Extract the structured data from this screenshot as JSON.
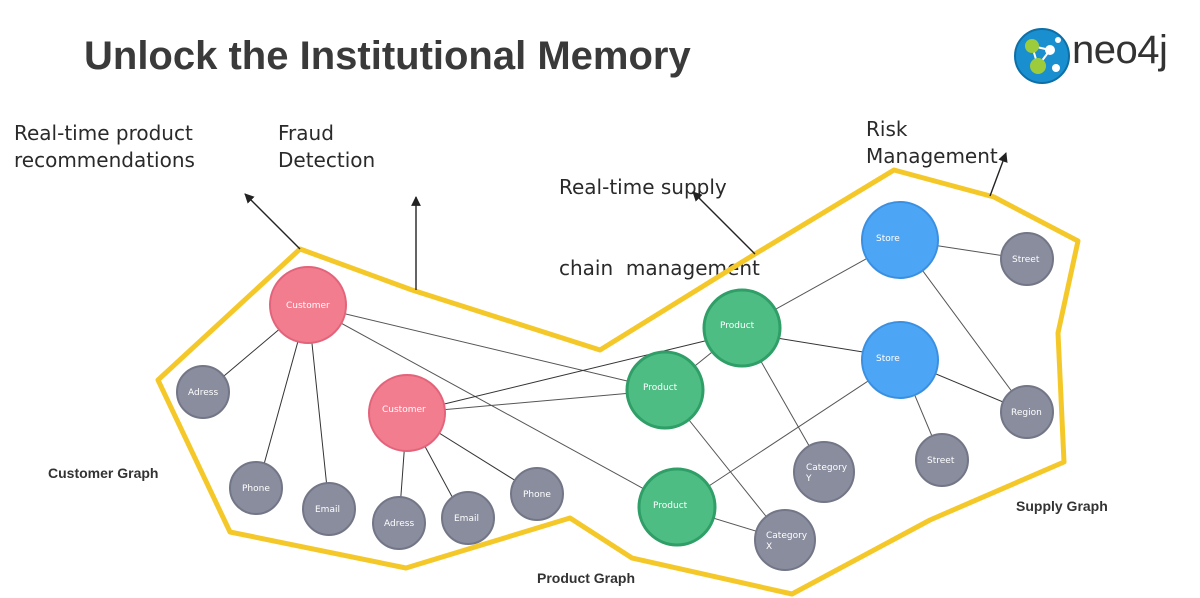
{
  "title": "Unlock the Institutional Memory",
  "logo": {
    "text": "neo4j"
  },
  "use_cases": {
    "recommendations": [
      "Real-time product",
      "recommendations"
    ],
    "fraud": [
      "Fraud",
      "Detection"
    ],
    "supply_chain": [
      "Real-time supply",
      "chain  management"
    ],
    "risk": [
      "Risk",
      "Management"
    ]
  },
  "graph_labels": {
    "customer": "Customer Graph",
    "product": "Product Graph",
    "supply": "Supply Graph"
  },
  "colors": {
    "customer": "#f27d8f",
    "product": "#4dbd84",
    "store": "#4da6f5",
    "attribute": "#8a8d9e",
    "outline": "#f5c82a"
  },
  "nodes": {
    "customer1": {
      "label": "Customer"
    },
    "customer2": {
      "label": "Customer"
    },
    "adress1": {
      "label": "Adress"
    },
    "phone1": {
      "label": "Phone"
    },
    "email1": {
      "label": "Email"
    },
    "adress2": {
      "label": "Adress"
    },
    "email2": {
      "label": "Email"
    },
    "phone2": {
      "label": "Phone"
    },
    "product1": {
      "label": "Product"
    },
    "product2": {
      "label": "Product"
    },
    "product3": {
      "label": "Product"
    },
    "store1": {
      "label": "Store"
    },
    "store2": {
      "label": "Store"
    },
    "street1": {
      "label": "Street"
    },
    "street2": {
      "label": "Street"
    },
    "region": {
      "label": "Region"
    },
    "categoryY": {
      "label": [
        "Category",
        "Y"
      ]
    },
    "categoryX": {
      "label": [
        "Category",
        "X"
      ]
    }
  }
}
